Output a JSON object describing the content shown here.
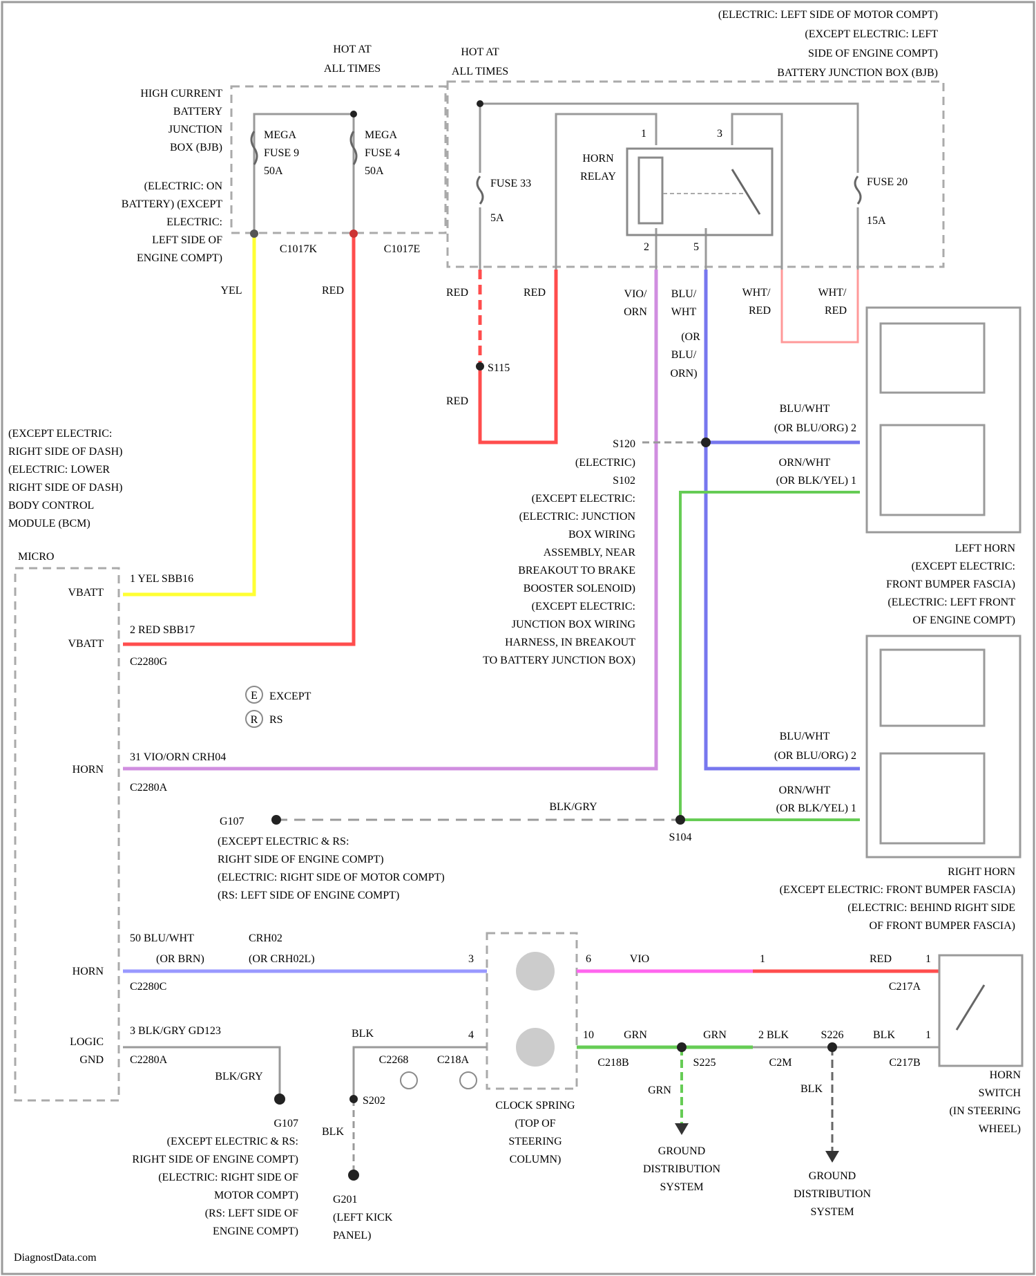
{
  "labels": {
    "hdr_electric_left": "(ELECTRIC: LEFT SIDE OF MOTOR COMPT)",
    "hdr_except_left": "(EXCEPT ELECTRIC: LEFT",
    "hdr_side_engine": "SIDE OF ENGINE COMPT)",
    "hdr_bjb": "BATTERY JUNCTION BOX (BJB)",
    "hot1_a": "HOT AT",
    "hot1_b": "ALL TIMES",
    "hot2_a": "HOT AT",
    "hot2_b": "ALL TIMES",
    "hcbjb_1": "HIGH CURRENT",
    "hcbjb_2": "BATTERY",
    "hcbjb_3": "JUNCTION",
    "hcbjb_4": "BOX (BJB)",
    "hcbjb_5": "(ELECTRIC: ON",
    "hcbjb_6": "BATTERY) (EXCEPT",
    "hcbjb_7": "ELECTRIC:",
    "hcbjb_8": "LEFT SIDE OF",
    "hcbjb_9": "ENGINE COMPT)",
    "mega9_1": "MEGA",
    "mega9_2": "FUSE 9",
    "mega9_3": "50A",
    "mega4_1": "MEGA",
    "mega4_2": "FUSE 4",
    "mega4_3": "50A",
    "c1017k": "C1017K",
    "c1017e": "C1017E",
    "fuse33": "FUSE 33",
    "fuse33_amp": "5A",
    "fuse20": "FUSE 20",
    "fuse20_amp": "15A",
    "horn_relay_1": "HORN",
    "horn_relay_2": "RELAY",
    "pin1": "1",
    "pin3": "3",
    "pin2": "2",
    "pin5": "5",
    "w_yel": "YEL",
    "w_red1": "RED",
    "w_red2": "RED",
    "w_red3": "RED",
    "w_red4": "RED",
    "w_vio": "VIO/",
    "w_orn": "ORN",
    "w_blu": "BLU/",
    "w_wht": "WHT",
    "w_or": "(OR",
    "w_blu2": "BLU/",
    "w_orn2": "ORN)",
    "w_whtred1a": "WHT/",
    "w_whtred1b": "RED",
    "w_whtred2a": "WHT/",
    "w_whtred2b": "RED",
    "s115": "S115",
    "s120": "S120",
    "bcm_1": "(EXCEPT ELECTRIC:",
    "bcm_2": "RIGHT SIDE OF DASH)",
    "bcm_3": "(ELECTRIC: LOWER",
    "bcm_4": "RIGHT SIDE OF DASH)",
    "bcm_5": "BODY CONTROL",
    "bcm_6": "MODULE (BCM)",
    "micro": "MICRO",
    "vbatt1": "VBATT",
    "vbatt2": "VBATT",
    "horn_pin": "HORN",
    "horn_pin2": "HORN",
    "logic_gnd_1": "LOGIC",
    "logic_gnd_2": "GND",
    "p1_yel": "1  YEL  SBB16",
    "p2_red": "2  RED  SBB17",
    "c2280g": "C2280G",
    "except_note": "EXCEPT",
    "rs_note": "RS",
    "p31": "31  VIO/ORN     CRH04",
    "c2280a": "C2280A",
    "splice_note_1": "(ELECTRIC)",
    "splice_note_2": "S102",
    "splice_note_3": "(EXCEPT ELECTRIC:",
    "splice_note_4": "(ELECTRIC: JUNCTION",
    "splice_note_5": "BOX WIRING",
    "splice_note_6": "ASSEMBLY, NEAR",
    "splice_note_7": "BREAKOUT TO BRAKE",
    "splice_note_8": "BOOSTER SOLENOID)",
    "splice_note_9": "(EXCEPT ELECTRIC:",
    "splice_note_10": "JUNCTION BOX WIRING",
    "splice_note_11": "HARNESS, IN BREAKOUT",
    "splice_note_12": "TO BATTERY JUNCTION BOX)",
    "lh_bluwht": "BLU/WHT",
    "lh_blu_org": "(OR BLU/ORG) 2",
    "lh_ornwht": "ORN/WHT",
    "lh_blkyel": "(OR BLK/YEL) 1",
    "left_horn_1": "LEFT HORN",
    "left_horn_2": "(EXCEPT ELECTRIC:",
    "left_horn_3": "FRONT BUMPER FASCIA)",
    "left_horn_4": "(ELECTRIC: LEFT FRONT",
    "left_horn_5": "OF ENGINE COMPT)",
    "rh_bluwht": "BLU/WHT",
    "rh_blu_org": "(OR BLU/ORG) 2",
    "rh_ornwht": "ORN/WHT",
    "rh_blkyel": "(OR BLK/YEL) 1",
    "right_horn_1": "RIGHT HORN",
    "right_horn_2": "(EXCEPT ELECTRIC: FRONT BUMPER FASCIA)",
    "right_horn_3": "(ELECTRIC: BEHIND RIGHT SIDE",
    "right_horn_4": "OF FRONT BUMPER FASCIA)",
    "g107_top": "G107",
    "g107_top_1": "(EXCEPT ELECTRIC & RS:",
    "g107_top_2": "RIGHT SIDE OF ENGINE COMPT)",
    "g107_top_3": "(ELECTRIC: RIGHT SIDE OF MOTOR COMPT)",
    "g107_top_4": "(RS: LEFT SIDE OF ENGINE COMPT)",
    "blkgry_mid": "BLK/GRY",
    "s104": "S104",
    "p50_a": "50  BLU/WHT",
    "p50_b": "(OR BRN)",
    "crh02_a": "CRH02",
    "crh02_b": "(OR CRH02L)",
    "c2280c": "C2280C",
    "cs_pin3": "3",
    "cs_pin6": "6",
    "cs_pin4": "4",
    "cs_pin10": "10",
    "w_vio2": "VIO",
    "w_grn1": "GRN",
    "w_grn2": "GRN",
    "w_grn3": "GRN",
    "w_red5": "RED",
    "pin_1a": "1",
    "pin_1b": "1",
    "pin_1c": "1",
    "c217a": "C217A",
    "p3_blkgry": "3    BLK/GRY   GD123",
    "c2280a2": "C2280A",
    "blkgry_2": "BLK/GRY",
    "blk_1": "BLK",
    "c2268": "C2268",
    "c218a": "C218A",
    "c218b": "C218B",
    "s225": "S225",
    "p2_blk": "2  BLK",
    "s226": "S226",
    "blk_2": "BLK",
    "c2m": "C2M",
    "c217b": "C217B",
    "blk_3": "BLK",
    "s202": "S202",
    "blk_4": "BLK",
    "g107_b": "G107",
    "g107_b1": "(EXCEPT ELECTRIC & RS:",
    "g107_b2": "RIGHT SIDE OF ENGINE COMPT)",
    "g107_b3": "(ELECTRIC: RIGHT SIDE OF",
    "g107_b4": "MOTOR COMPT)",
    "g107_b5": "(RS: LEFT SIDE OF",
    "g107_b6": "ENGINE COMPT)",
    "g201_1": "G201",
    "g201_2": "(LEFT KICK",
    "g201_3": "PANEL)",
    "clock_1": "CLOCK SPRING",
    "clock_2": "(TOP OF",
    "clock_3": "STEERING",
    "clock_4": "COLUMN)",
    "gnd1_1": "GROUND",
    "gnd1_2": "DISTRIBUTION",
    "gnd1_3": "SYSTEM",
    "gnd2_1": "GROUND",
    "gnd2_2": "DISTRIBUTION",
    "gnd2_3": "SYSTEM",
    "w_grn4": "GRN",
    "horn_sw_1": "HORN",
    "horn_sw_2": "SWITCH",
    "horn_sw_3": "(IN STEERING",
    "horn_sw_4": "WHEEL)",
    "circ_e": "E",
    "circ_r": "R",
    "watermark": "DiagnostData.com"
  },
  "colors": {
    "yellow_wire": "#ffff33",
    "red_wire": "#ff4d4d",
    "violet_orange_wire": "#d08ee0",
    "blue_wire": "#7777ee",
    "green_wire": "#66cc55",
    "pink_wire": "#ff66ee",
    "gray_wire": "#9a9a9a",
    "white_red_wire": "#ff9999",
    "light_blue_wire": "#9999ff"
  }
}
